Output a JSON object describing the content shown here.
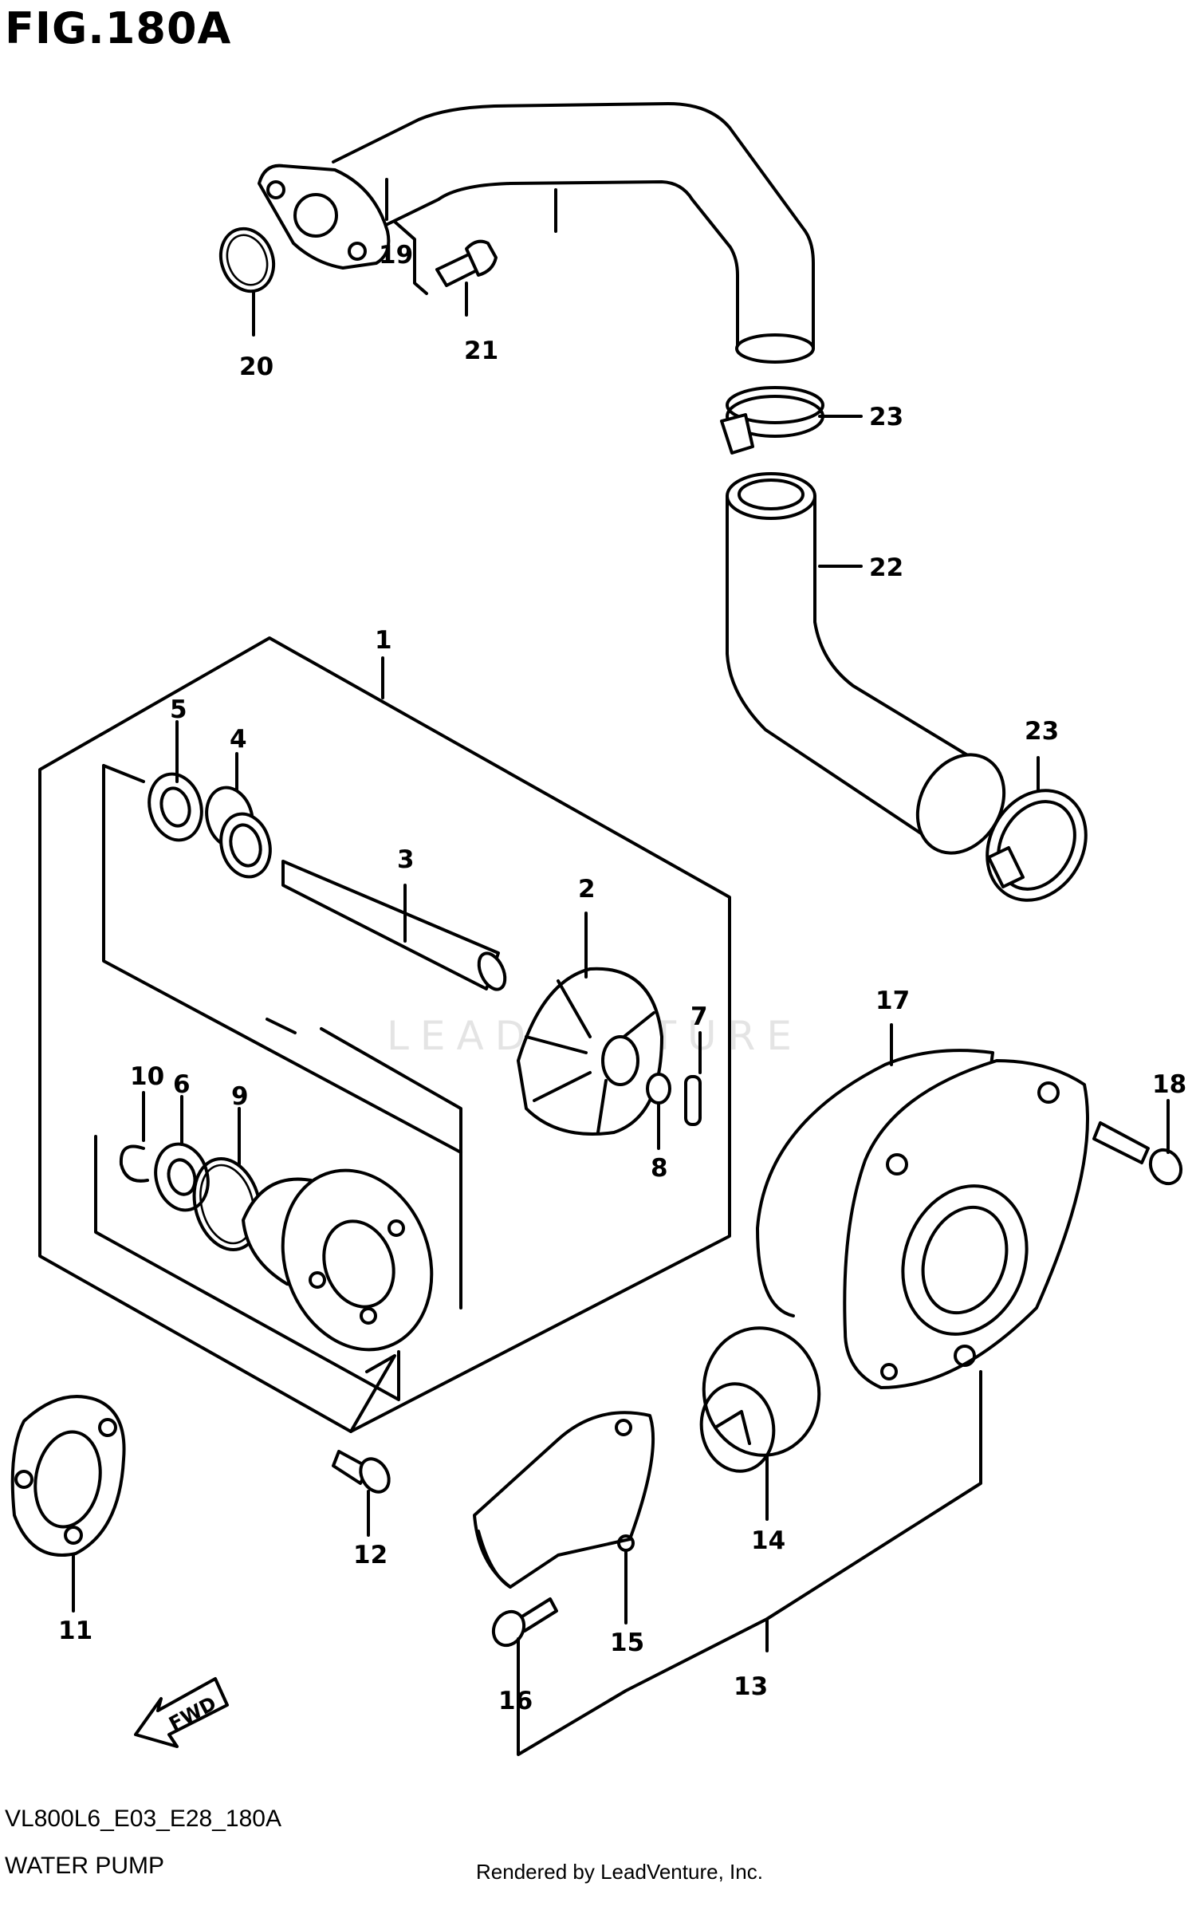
{
  "figure": {
    "title": "FIG.180A",
    "code": "VL800L6_E03_E28_180A",
    "name": "WATER PUMP",
    "credit": "Rendered by LeadVenture, Inc.",
    "watermark": "LEADVENTURE",
    "direction_label": "FWD"
  },
  "callouts": [
    {
      "number": "1"
    },
    {
      "number": "2"
    },
    {
      "number": "3"
    },
    {
      "number": "4"
    },
    {
      "number": "5"
    },
    {
      "number": "6"
    },
    {
      "number": "7"
    },
    {
      "number": "8"
    },
    {
      "number": "9"
    },
    {
      "number": "10"
    },
    {
      "number": "11"
    },
    {
      "number": "12"
    },
    {
      "number": "13"
    },
    {
      "number": "14"
    },
    {
      "number": "15"
    },
    {
      "number": "16"
    },
    {
      "number": "17"
    },
    {
      "number": "18"
    },
    {
      "number": "19"
    },
    {
      "number": "20"
    },
    {
      "number": "21"
    },
    {
      "number": "22"
    },
    {
      "number": "23"
    },
    {
      "number": "23"
    }
  ]
}
